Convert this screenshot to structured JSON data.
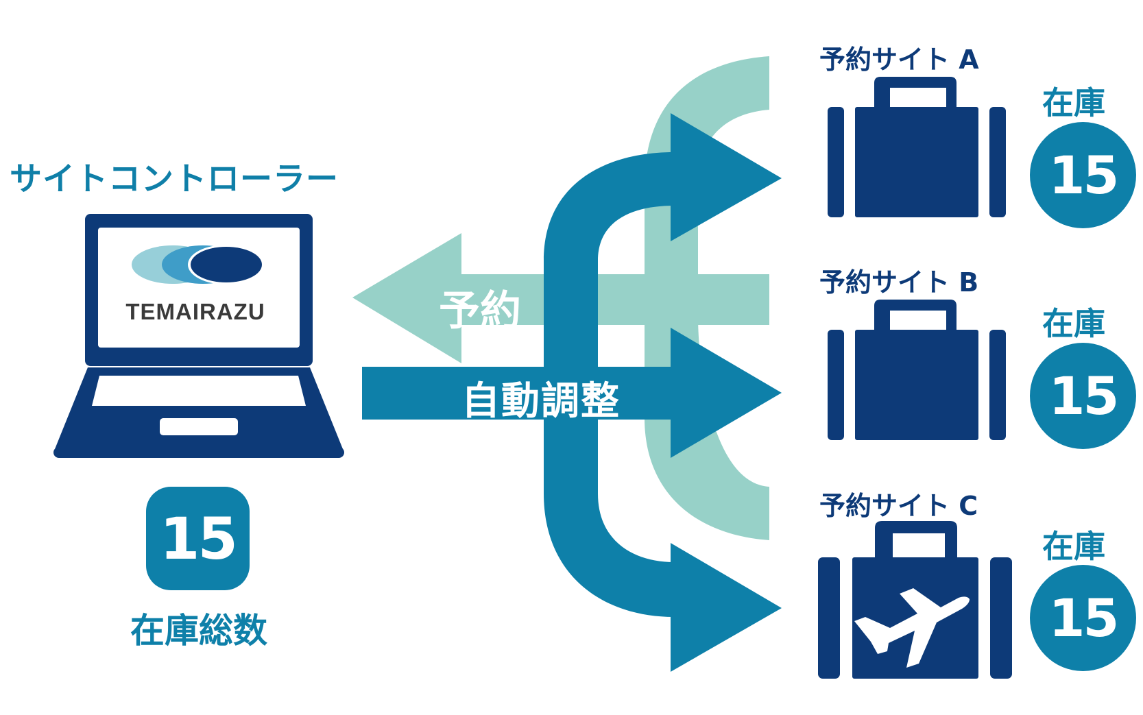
{
  "colors": {
    "navy": "#0d3a78",
    "teal_blue": "#0e80a9",
    "mint": "#97d1c8",
    "white": "#ffffff"
  },
  "controller": {
    "title": "サイトコントローラー",
    "logo_text": "TEMAIRAZU",
    "total_stock": "15",
    "total_label": "在庫総数"
  },
  "arrows": {
    "reservation_label": "予約",
    "auto_adjust_label": "自動調整"
  },
  "sites": [
    {
      "name": "予約サイト A",
      "stock_label": "在庫",
      "stock": "15",
      "icon": "suitcase-icon"
    },
    {
      "name": "予約サイト B",
      "stock_label": "在庫",
      "stock": "15",
      "icon": "suitcase-icon"
    },
    {
      "name": "予約サイト C",
      "stock_label": "在庫",
      "stock": "15",
      "icon": "airplane-suitcase-icon"
    }
  ]
}
